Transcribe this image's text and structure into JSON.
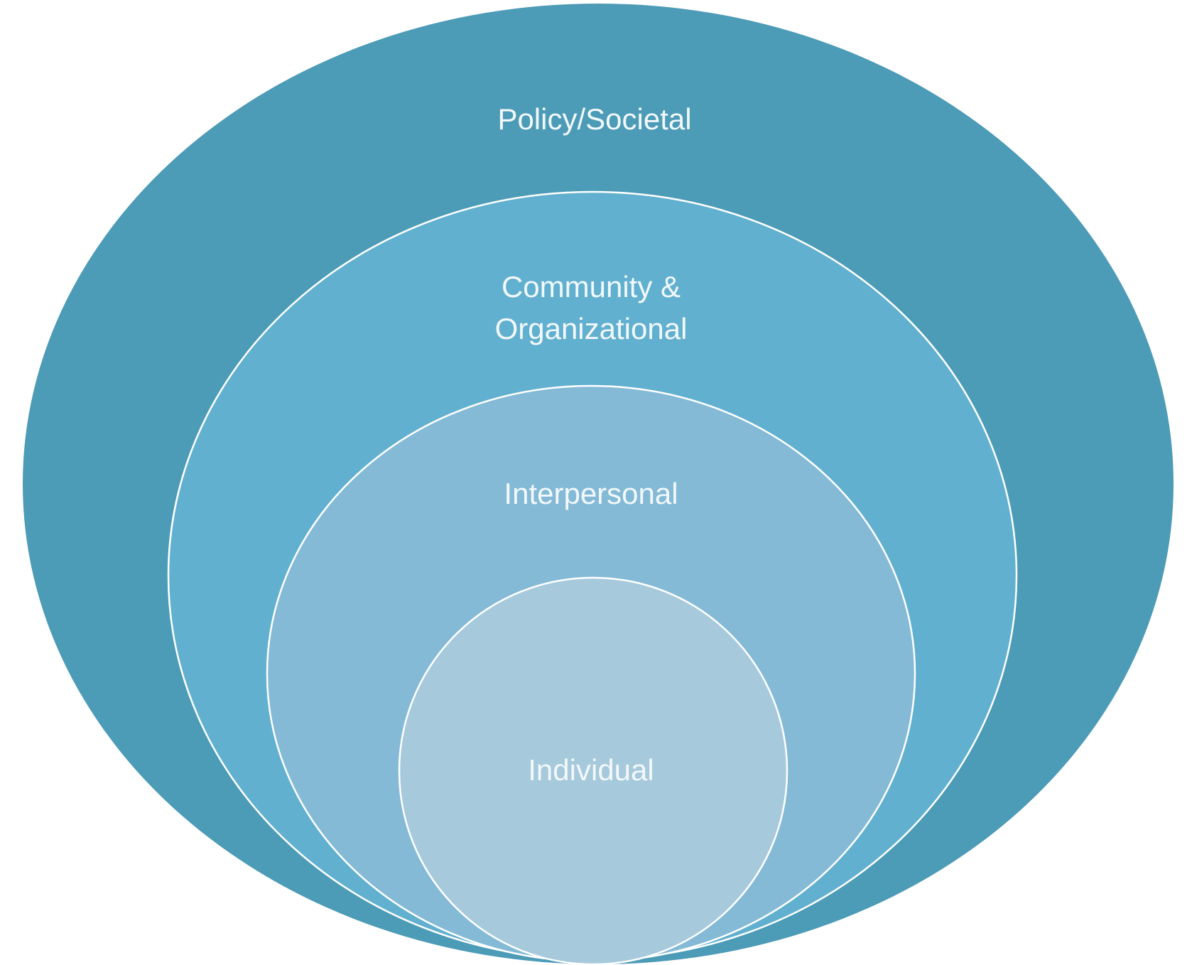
{
  "diagram": {
    "title": "Socio-ecological model",
    "levels": [
      {
        "label": "Policy/Societal",
        "color": "#4c9bb7"
      },
      {
        "label_line1": "Community &",
        "label_line2": "Organizational",
        "color": "#62b0cf"
      },
      {
        "label": "Interpersonal",
        "color": "#84bad6"
      },
      {
        "label": "Individual",
        "color": "#a6c9dc"
      }
    ]
  }
}
